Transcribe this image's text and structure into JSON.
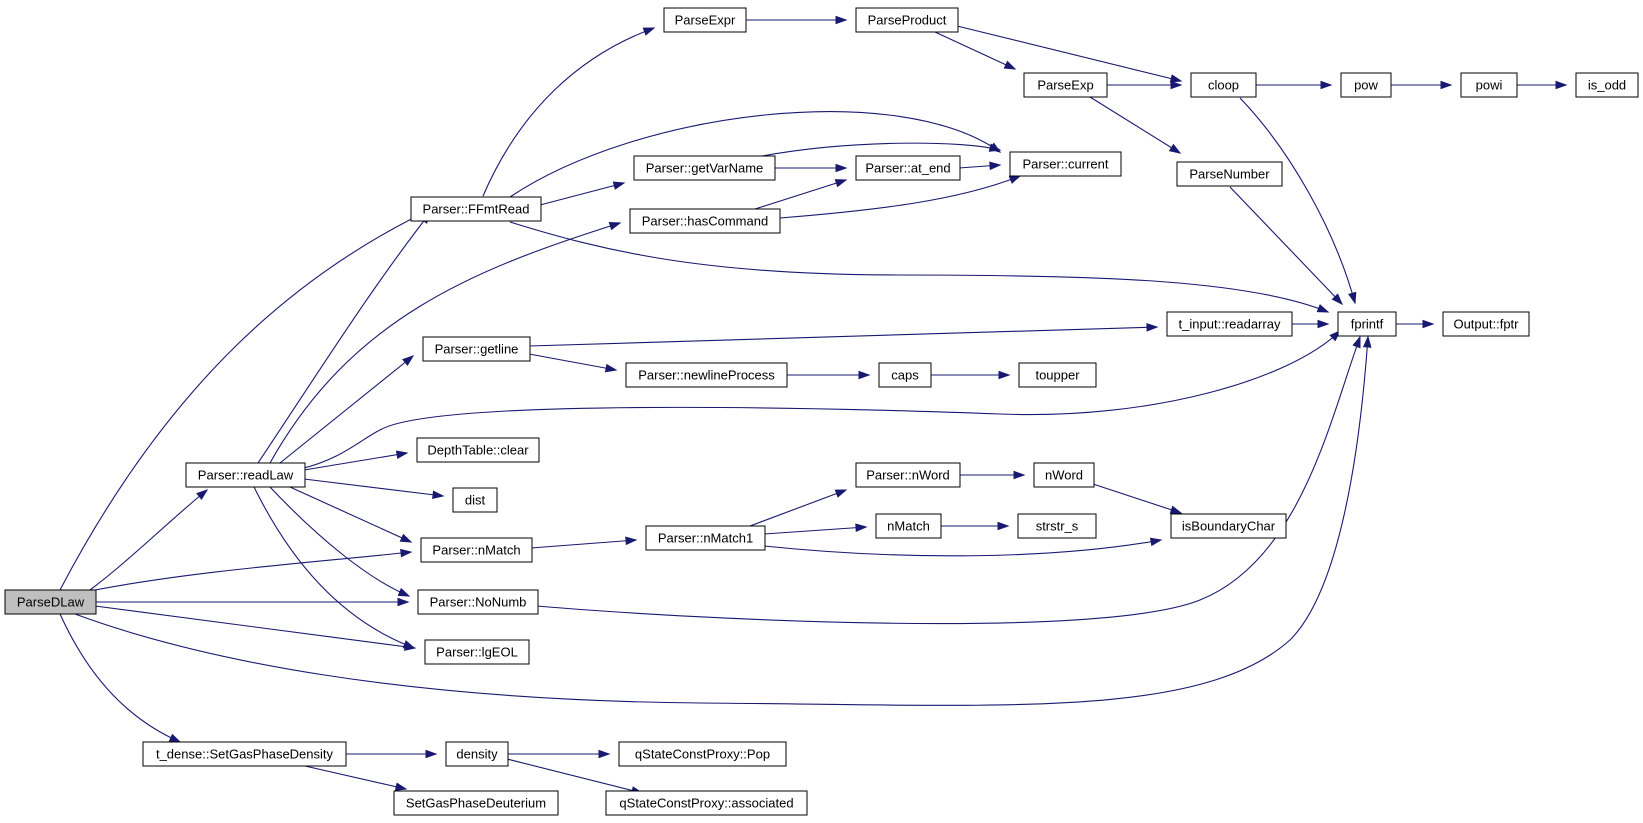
{
  "nodes": [
    {
      "id": "parsedlaw",
      "label": "ParseDLaw",
      "root": true
    },
    {
      "id": "parseexpr",
      "label": "ParseExpr"
    },
    {
      "id": "parseproduct",
      "label": "ParseProduct"
    },
    {
      "id": "parseexp",
      "label": "ParseExp"
    },
    {
      "id": "cloop",
      "label": "cloop"
    },
    {
      "id": "pow",
      "label": "pow"
    },
    {
      "id": "powi",
      "label": "powi"
    },
    {
      "id": "is_odd",
      "label": "is_odd"
    },
    {
      "id": "parsenumber",
      "label": "ParseNumber"
    },
    {
      "id": "getvarname",
      "label": "Parser::getVarName"
    },
    {
      "id": "at_end",
      "label": "Parser::at_end"
    },
    {
      "id": "current",
      "label": "Parser::current"
    },
    {
      "id": "ffmtread",
      "label": "Parser::FFmtRead"
    },
    {
      "id": "hascommand",
      "label": "Parser::hasCommand"
    },
    {
      "id": "fprintf",
      "label": "fprintf"
    },
    {
      "id": "fptr",
      "label": "Output::fptr"
    },
    {
      "id": "readarray",
      "label": "t_input::readarray"
    },
    {
      "id": "getline",
      "label": "Parser::getline"
    },
    {
      "id": "newlineprocess",
      "label": "Parser::newlineProcess"
    },
    {
      "id": "caps",
      "label": "caps"
    },
    {
      "id": "toupper",
      "label": "toupper"
    },
    {
      "id": "readlaw",
      "label": "Parser::readLaw"
    },
    {
      "id": "depthclear",
      "label": "DepthTable::clear"
    },
    {
      "id": "dist",
      "label": "dist"
    },
    {
      "id": "pnword",
      "label": "Parser::nWord"
    },
    {
      "id": "nword",
      "label": "nWord"
    },
    {
      "id": "isboundary",
      "label": "isBoundaryChar"
    },
    {
      "id": "nmatch1",
      "label": "Parser::nMatch1"
    },
    {
      "id": "nmatch",
      "label": "nMatch"
    },
    {
      "id": "strstr_s",
      "label": "strstr_s"
    },
    {
      "id": "pnmatch",
      "label": "Parser::nMatch"
    },
    {
      "id": "nonumb",
      "label": "Parser::NoNumb"
    },
    {
      "id": "lgeol",
      "label": "Parser::lgEOL"
    },
    {
      "id": "setgasdensity",
      "label": "t_dense::SetGasPhaseDensity"
    },
    {
      "id": "density",
      "label": "density"
    },
    {
      "id": "qpop",
      "label": "qStateConstProxy::Pop"
    },
    {
      "id": "setgasdeut",
      "label": "SetGasPhaseDeuterium"
    },
    {
      "id": "qassoc",
      "label": "qStateConstProxy::associated"
    }
  ]
}
